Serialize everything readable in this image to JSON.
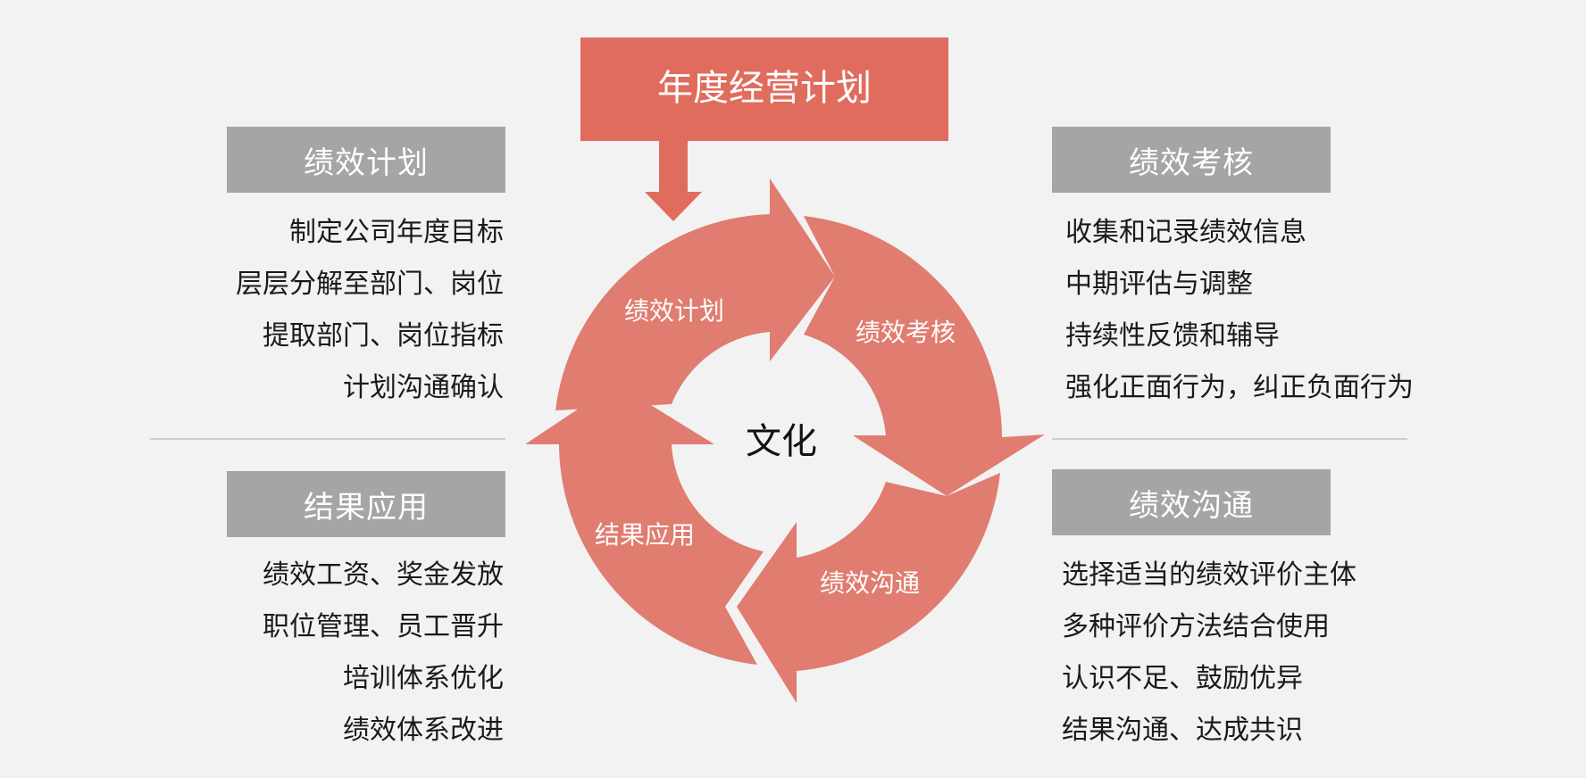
{
  "top_box": {
    "title": "年度经营计划",
    "color": "#e06c5d"
  },
  "center_label": "文化",
  "cycle": {
    "color": "#e07c70",
    "segments": [
      {
        "label": "绩效计划"
      },
      {
        "label": "绩效考核"
      },
      {
        "label": "绩效沟通"
      },
      {
        "label": "结果应用"
      }
    ]
  },
  "panels": {
    "plan": {
      "title": "绩效计划",
      "items": [
        "制定公司年度目标",
        "层层分解至部门、岗位",
        "提取部门、岗位指标",
        "计划沟通确认"
      ]
    },
    "assess": {
      "title": "绩效考核",
      "items": [
        "收集和记录绩效信息",
        "中期评估与调整",
        "持续性反馈和辅导",
        "强化正面行为，纠正负面行为"
      ]
    },
    "apply": {
      "title": "结果应用",
      "items": [
        "绩效工资、奖金发放",
        "职位管理、员工晋升",
        "培训体系优化",
        "绩效体系改进"
      ]
    },
    "communicate": {
      "title": "绩效沟通",
      "items": [
        "选择适当的绩效评价主体",
        "多种评价方法结合使用",
        "认识不足、鼓励优异",
        "结果沟通、达成共识"
      ]
    }
  },
  "panel_box_color": "#a5a5a5"
}
